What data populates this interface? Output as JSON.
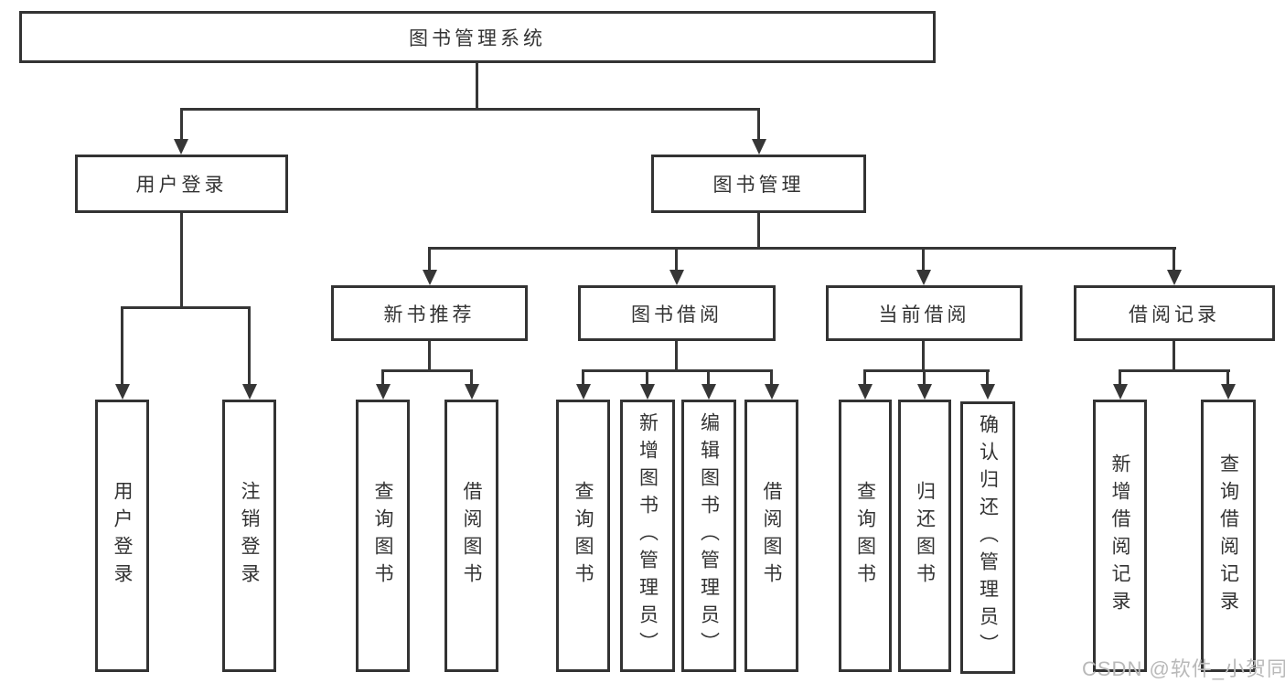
{
  "title": "图书管理系统",
  "watermark": "CSDN @软件_小贺同学",
  "colors": {
    "line": "#363636",
    "border": "#333333",
    "text": "#333333",
    "watermark": "#b9b9b9",
    "background": "#ffffff"
  },
  "nodes": {
    "root": "图书管理系统",
    "user_login": "用户登录",
    "book_mgmt": "图书管理",
    "new_books": "新书推荐",
    "book_borrow": "图书借阅",
    "current_borrow": "当前借阅",
    "borrow_records": "借阅记录"
  },
  "leaves": {
    "user_login": "用户登录",
    "logout": "注销登录",
    "query_books_new": "查询图书",
    "borrow_books_new": "借阅图书",
    "query_books_borrow": "查询图书",
    "add_books_admin": "新增图书（管理员）",
    "edit_books_admin": "编辑图书（管理员）",
    "borrow_books_borrow": "借阅图书",
    "query_books_current": "查询图书",
    "return_books": "归还图书",
    "confirm_return_admin": "确认归还（管理员）",
    "add_borrow_record": "新增借阅记录",
    "query_borrow_record": "查询借阅记录"
  }
}
